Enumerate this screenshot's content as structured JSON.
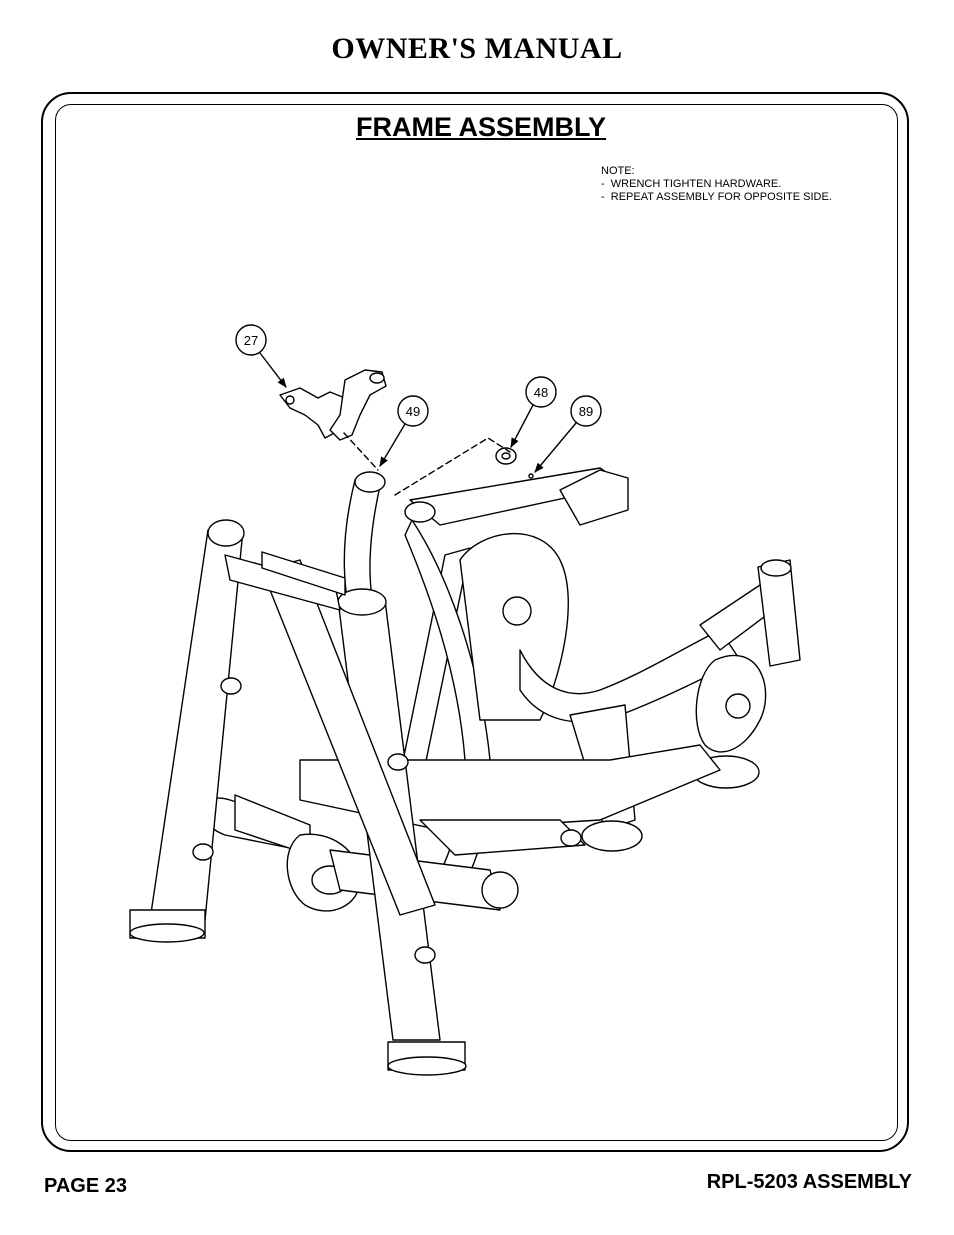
{
  "header": {
    "title": "OWNER'S MANUAL"
  },
  "section": {
    "title": "FRAME ASSEMBLY"
  },
  "note": {
    "heading": "NOTE:",
    "lines": [
      "-  WRENCH TIGHTEN HARDWARE.",
      "-  REPEAT ASSEMBLY FOR OPPOSITE SIDE."
    ]
  },
  "callouts": [
    "27",
    "49",
    "48",
    "89"
  ],
  "footer": {
    "page": "PAGE 23",
    "model": "RPL-5203 ASSEMBLY"
  }
}
